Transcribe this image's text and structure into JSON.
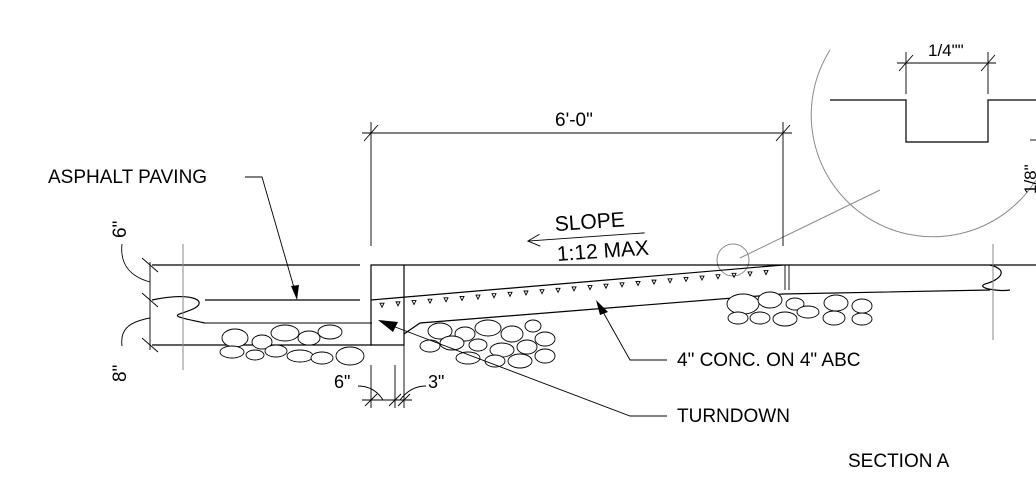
{
  "labels": {
    "asphalt_paving": "ASPHALT PAVING",
    "conc_on_abc": "4\" CONC. ON 4\" ABC",
    "turndown": "TURNDOWN",
    "section_title": "SECTION A",
    "slope_word": "SLOPE",
    "slope_ratio": "1:12 MAX"
  },
  "dimensions": {
    "overall_length": "6'-0\"",
    "asphalt_depth": "6\"",
    "base_depth": "8\"",
    "turndown_width": "6\"",
    "turndown_offset": "3\"",
    "detail_width": "1/4\"\"",
    "detail_depth": "1/8\""
  }
}
